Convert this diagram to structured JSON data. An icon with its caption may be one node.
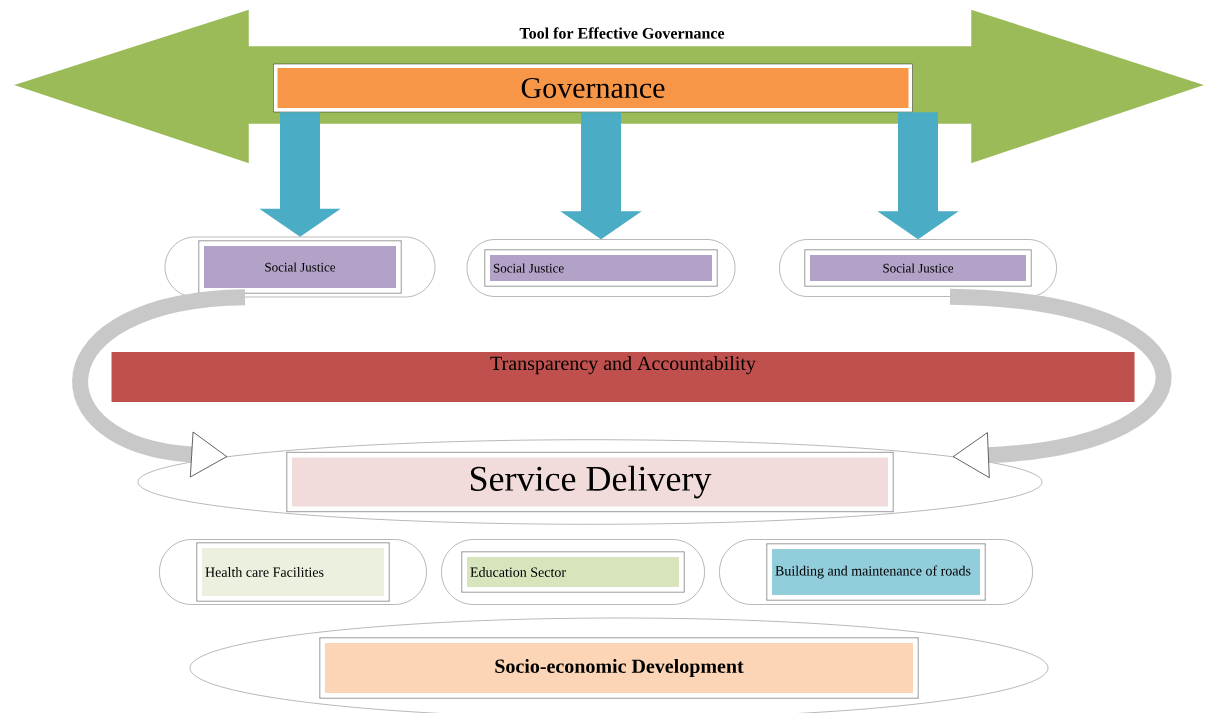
{
  "diagram": {
    "title": "Tool for Effective Governance",
    "nodes": [
      {
        "text": [
          "Governance"
        ]
      },
      {
        "text": [
          "Social Justice"
        ]
      },
      {
        "text": [
          "Social Justice"
        ]
      },
      {
        "text": [
          "Social Justice"
        ]
      },
      {
        "text": [
          "Transparency and Accountability"
        ]
      },
      {
        "text": [
          "Service Delivery"
        ]
      },
      {
        "text": [
          "Health care Facilities"
        ]
      },
      {
        "text": [
          "Education Sector"
        ]
      },
      {
        "text": [
          "Building and maintenance of roads"
        ]
      },
      {
        "text": [
          "Socio-economic Development"
        ]
      }
    ],
    "edges": [
      {
        "from": 0,
        "to": 1,
        "arrow": "to",
        "color": "#4bacc6"
      },
      {
        "from": 0,
        "to": 2,
        "arrow": "to",
        "color": "#4bacc6"
      },
      {
        "from": 0,
        "to": 3,
        "arrow": "to",
        "color": "#4bacc6"
      },
      {
        "from": 1,
        "to": 5,
        "arrow": "to",
        "color": "#c8c8c8"
      },
      {
        "from": 3,
        "to": 5,
        "arrow": "to",
        "color": "#c8c8c8"
      }
    ]
  }
}
